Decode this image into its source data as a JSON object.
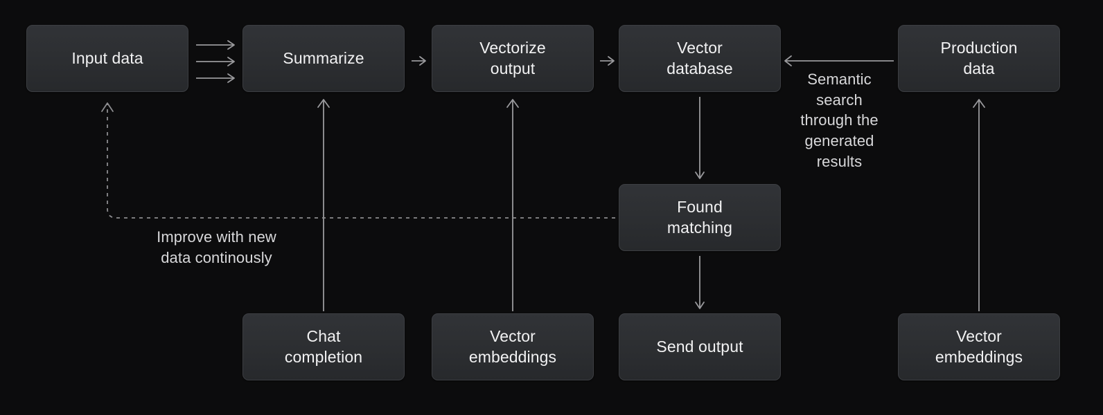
{
  "diagram": {
    "title": "RAG pipeline flow diagram",
    "background_color": "#0c0c0d",
    "node_fill_color": "#2c2e31",
    "node_border_color": "#3c3e42",
    "text_color": "#f2f2f3",
    "connector_color": "#9a9a9d",
    "nodes": [
      {
        "id": "input-data",
        "label": "Input data"
      },
      {
        "id": "summarize",
        "label": "Summarize"
      },
      {
        "id": "vectorize-output",
        "label": "Vectorize\noutput"
      },
      {
        "id": "vector-database",
        "label": "Vector\ndatabase"
      },
      {
        "id": "production-data",
        "label": "Production\ndata"
      },
      {
        "id": "found-matching",
        "label": "Found\nmatching"
      },
      {
        "id": "chat-completion",
        "label": "Chat\ncompletion"
      },
      {
        "id": "vector-embeddings-mid",
        "label": "Vector\nembeddings"
      },
      {
        "id": "send-output",
        "label": "Send output"
      },
      {
        "id": "vector-embeddings-right",
        "label": "Vector\nembeddings"
      }
    ],
    "edge_labels": [
      {
        "id": "semantic-search",
        "text": "Semantic\nsearch\nthrough the\ngenerated\nresults"
      },
      {
        "id": "improve-loop",
        "text": "Improve with new\ndata continously"
      }
    ]
  }
}
